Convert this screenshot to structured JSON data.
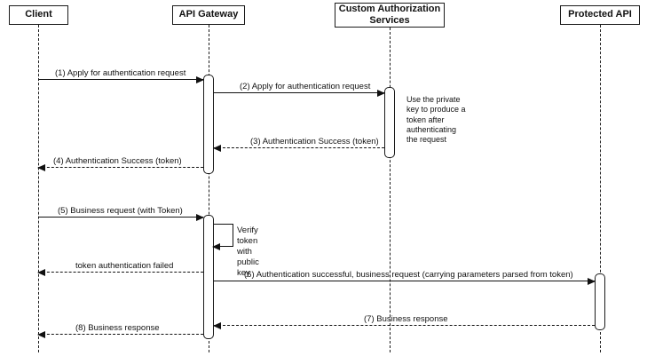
{
  "diagram": {
    "type": "sequence",
    "colors": {
      "line": "#111111",
      "background": "#ffffff",
      "box_fill": "#ffffff"
    },
    "participants": [
      {
        "name": "Client"
      },
      {
        "name": "API Gateway"
      },
      {
        "name": "Custom Authorization\nServices"
      },
      {
        "name": "Protected API"
      }
    ],
    "messages": [
      {
        "label": "(1) Apply for authentication request",
        "from": "Client",
        "to": "API Gateway",
        "style": "solid"
      },
      {
        "label": "(2) Apply for authentication request",
        "from": "API Gateway",
        "to": "Custom Authorization Services",
        "style": "solid"
      },
      {
        "label": "(3) Authentication Success (token)",
        "from": "Custom Authorization Services",
        "to": "API Gateway",
        "style": "dashed"
      },
      {
        "label": "(4) Authentication Success (token)",
        "from": "API Gateway",
        "to": "Client",
        "style": "dashed"
      },
      {
        "label": "(5) Business request (with Token)",
        "from": "Client",
        "to": "API Gateway",
        "style": "solid"
      },
      {
        "label": "Verify token\nwith public key",
        "from": "API Gateway",
        "to": "API Gateway",
        "style": "self"
      },
      {
        "label": "token authentication failed",
        "from": "API Gateway",
        "to": "Client",
        "style": "dashed"
      },
      {
        "label": "(6) Authentication successful, business request (carrying parameters parsed from token)",
        "from": "API Gateway",
        "to": "Protected API",
        "style": "solid"
      },
      {
        "label": "(7) Business response",
        "from": "Protected API",
        "to": "API Gateway",
        "style": "dashed"
      },
      {
        "label": "(8) Business response",
        "from": "API Gateway",
        "to": "Client",
        "style": "dashed"
      }
    ],
    "notes": [
      {
        "text": "Use the private\nkey to produce a\ntoken after\nauthenticating\nthe request",
        "attached_to": "Custom Authorization Services"
      }
    ]
  }
}
